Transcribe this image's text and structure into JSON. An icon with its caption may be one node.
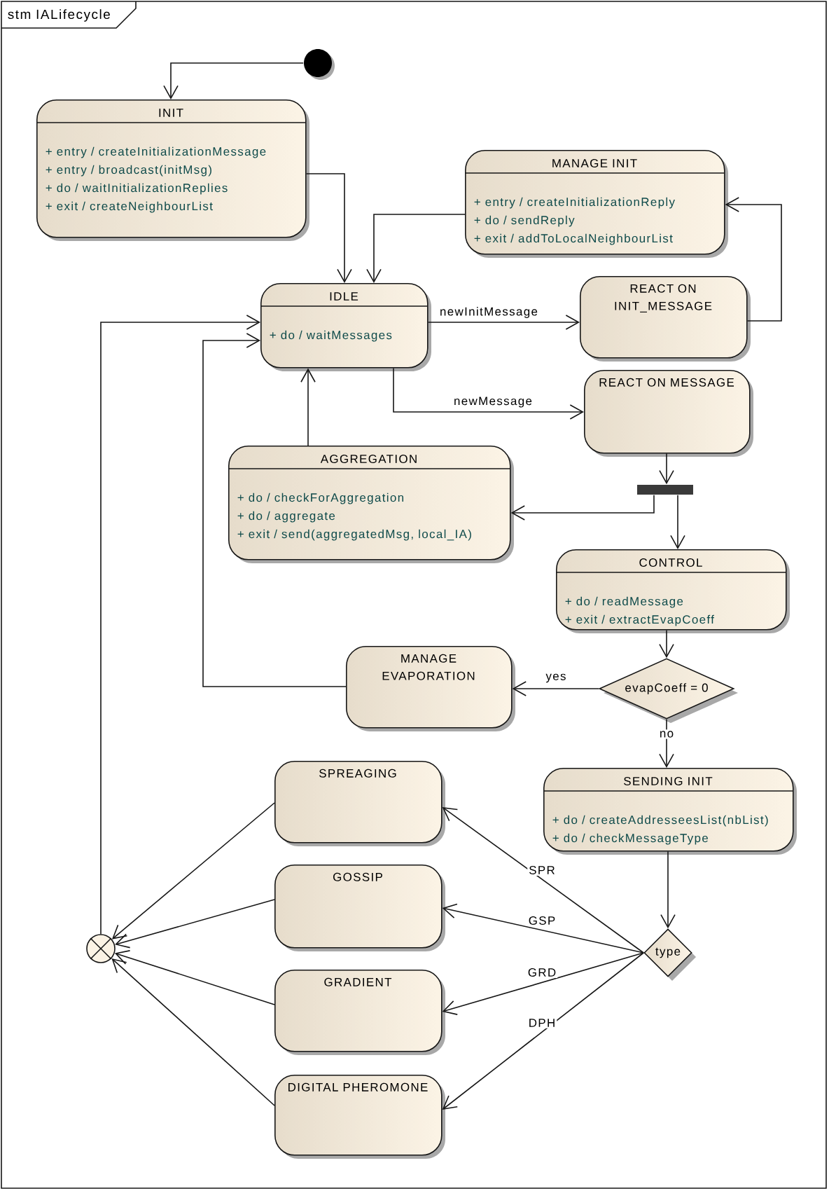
{
  "diagram": {
    "title": "stm IALifecycle",
    "nodes": [
      {
        "text": [],
        "shape": "circle"
      },
      {
        "text": [
          "INIT",
          "+ entry / createInitializationMessage",
          "+ entry / broadcast(initMsg)",
          "+ do / waitInitializationReplies",
          "+ exit / createNeighbourList"
        ]
      },
      {
        "text": [
          "MANAGE INIT",
          "+ entry / createInitializationReply",
          "+ do / sendReply",
          "+ exit / addToLocalNeighbourList"
        ]
      },
      {
        "text": [
          "IDLE",
          "+ do / waitMessages"
        ]
      },
      {
        "text": [
          "REACT ON INIT_MESSAGE"
        ]
      },
      {
        "text": [
          "REACT ON MESSAGE"
        ]
      },
      {
        "text": [
          "AGGREGATION",
          "+ do / checkForAggregation",
          "+ do / aggregate",
          "+ exit / send(aggregatedMsg, local_IA)"
        ]
      },
      {
        "text": [],
        "shape": "bar"
      },
      {
        "text": [
          "CONTROL",
          "+ do / readMessage",
          "+ exit / extractEvapCoeff"
        ]
      },
      {
        "text": [
          "MANAGE EVAPORATION"
        ]
      },
      {
        "text": [
          "evapCoeff = 0"
        ]
      },
      {
        "text": [
          "SPREAGING"
        ]
      },
      {
        "text": [
          "SENDING INIT",
          "+ do / createAddresseesList(nbList)",
          "+ do / checkMessageType"
        ]
      },
      {
        "text": [
          "GOSSIP"
        ]
      },
      {
        "text": [
          "type"
        ]
      },
      {
        "text": [
          "GRADIENT"
        ]
      },
      {
        "text": [
          "DIGITAL PHEROMONE"
        ]
      },
      {
        "text": [],
        "shape": "circle"
      }
    ],
    "edges": [
      {
        "from": 0,
        "to": 1,
        "arrow": "to"
      },
      {
        "from": 1,
        "to": 3,
        "arrow": "to"
      },
      {
        "from": 2,
        "to": 3,
        "arrow": "to"
      },
      {
        "from": 3,
        "to": 4,
        "arrow": "to",
        "label": "newInitMessage"
      },
      {
        "from": 4,
        "to": 2,
        "arrow": "to"
      },
      {
        "from": 3,
        "to": 5,
        "arrow": "to",
        "label": "newMessage"
      },
      {
        "from": 5,
        "to": 7,
        "arrow": "to"
      },
      {
        "from": 7,
        "to": 6,
        "arrow": "to"
      },
      {
        "from": 7,
        "to": 8,
        "arrow": "to"
      },
      {
        "from": 6,
        "to": 3,
        "arrow": "to"
      },
      {
        "from": 8,
        "to": 10,
        "arrow": "to"
      },
      {
        "from": 10,
        "to": 9,
        "arrow": "to",
        "label": "yes"
      },
      {
        "from": 9,
        "to": 3,
        "arrow": "to"
      },
      {
        "from": 10,
        "to": 12,
        "arrow": "to",
        "label": "no"
      },
      {
        "from": 12,
        "to": 14,
        "arrow": "to"
      },
      {
        "from": 14,
        "to": 11,
        "arrow": "to",
        "label": "SPR"
      },
      {
        "from": 14,
        "to": 13,
        "arrow": "to",
        "label": "GSP"
      },
      {
        "from": 14,
        "to": 15,
        "arrow": "to",
        "label": "GRD"
      },
      {
        "from": 14,
        "to": 16,
        "arrow": "to",
        "label": "DPH"
      },
      {
        "from": 11,
        "to": 17,
        "arrow": "to"
      },
      {
        "from": 13,
        "to": 17,
        "arrow": "to"
      },
      {
        "from": 15,
        "to": 17,
        "arrow": "to"
      },
      {
        "from": 16,
        "to": 17,
        "arrow": "to"
      },
      {
        "from": 17,
        "to": 3,
        "arrow": "to"
      }
    ]
  }
}
